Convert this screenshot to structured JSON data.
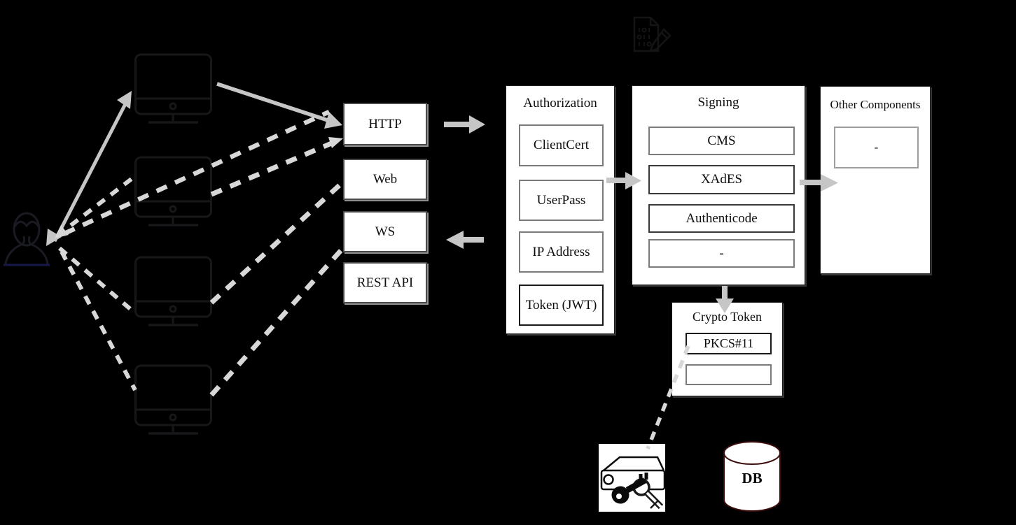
{
  "interfaces": {
    "items": [
      "HTTP",
      "Web",
      "WS",
      "REST API"
    ]
  },
  "authorization": {
    "title": "Authorization",
    "items": [
      "ClientCert",
      "UserPass",
      "IP Address",
      "Token (JWT)"
    ]
  },
  "signing": {
    "title": "Signing",
    "items": [
      "CMS",
      "XAdES",
      "Authenticode",
      "-"
    ]
  },
  "other_components": {
    "title": "Other Components",
    "items": [
      "-"
    ]
  },
  "crypto_token": {
    "title": "Crypto Token",
    "items": [
      "PKCS#11",
      ""
    ]
  },
  "database": {
    "label": "DB"
  },
  "icons": {
    "user": "user-icon",
    "clients": "monitor-icon",
    "document": "sign-document-icon",
    "hsm": "hsm-keys-icon",
    "db": "database-cylinder-icon"
  },
  "colors": {
    "background": "#000000",
    "solid_arrow": "#c6c6c6",
    "dashed_line": "#d8d8d8",
    "panel_background": "#ffffff",
    "text": "#0d0d0d",
    "db_border": "#3a0b0b",
    "faint_outline": "#17171a"
  }
}
